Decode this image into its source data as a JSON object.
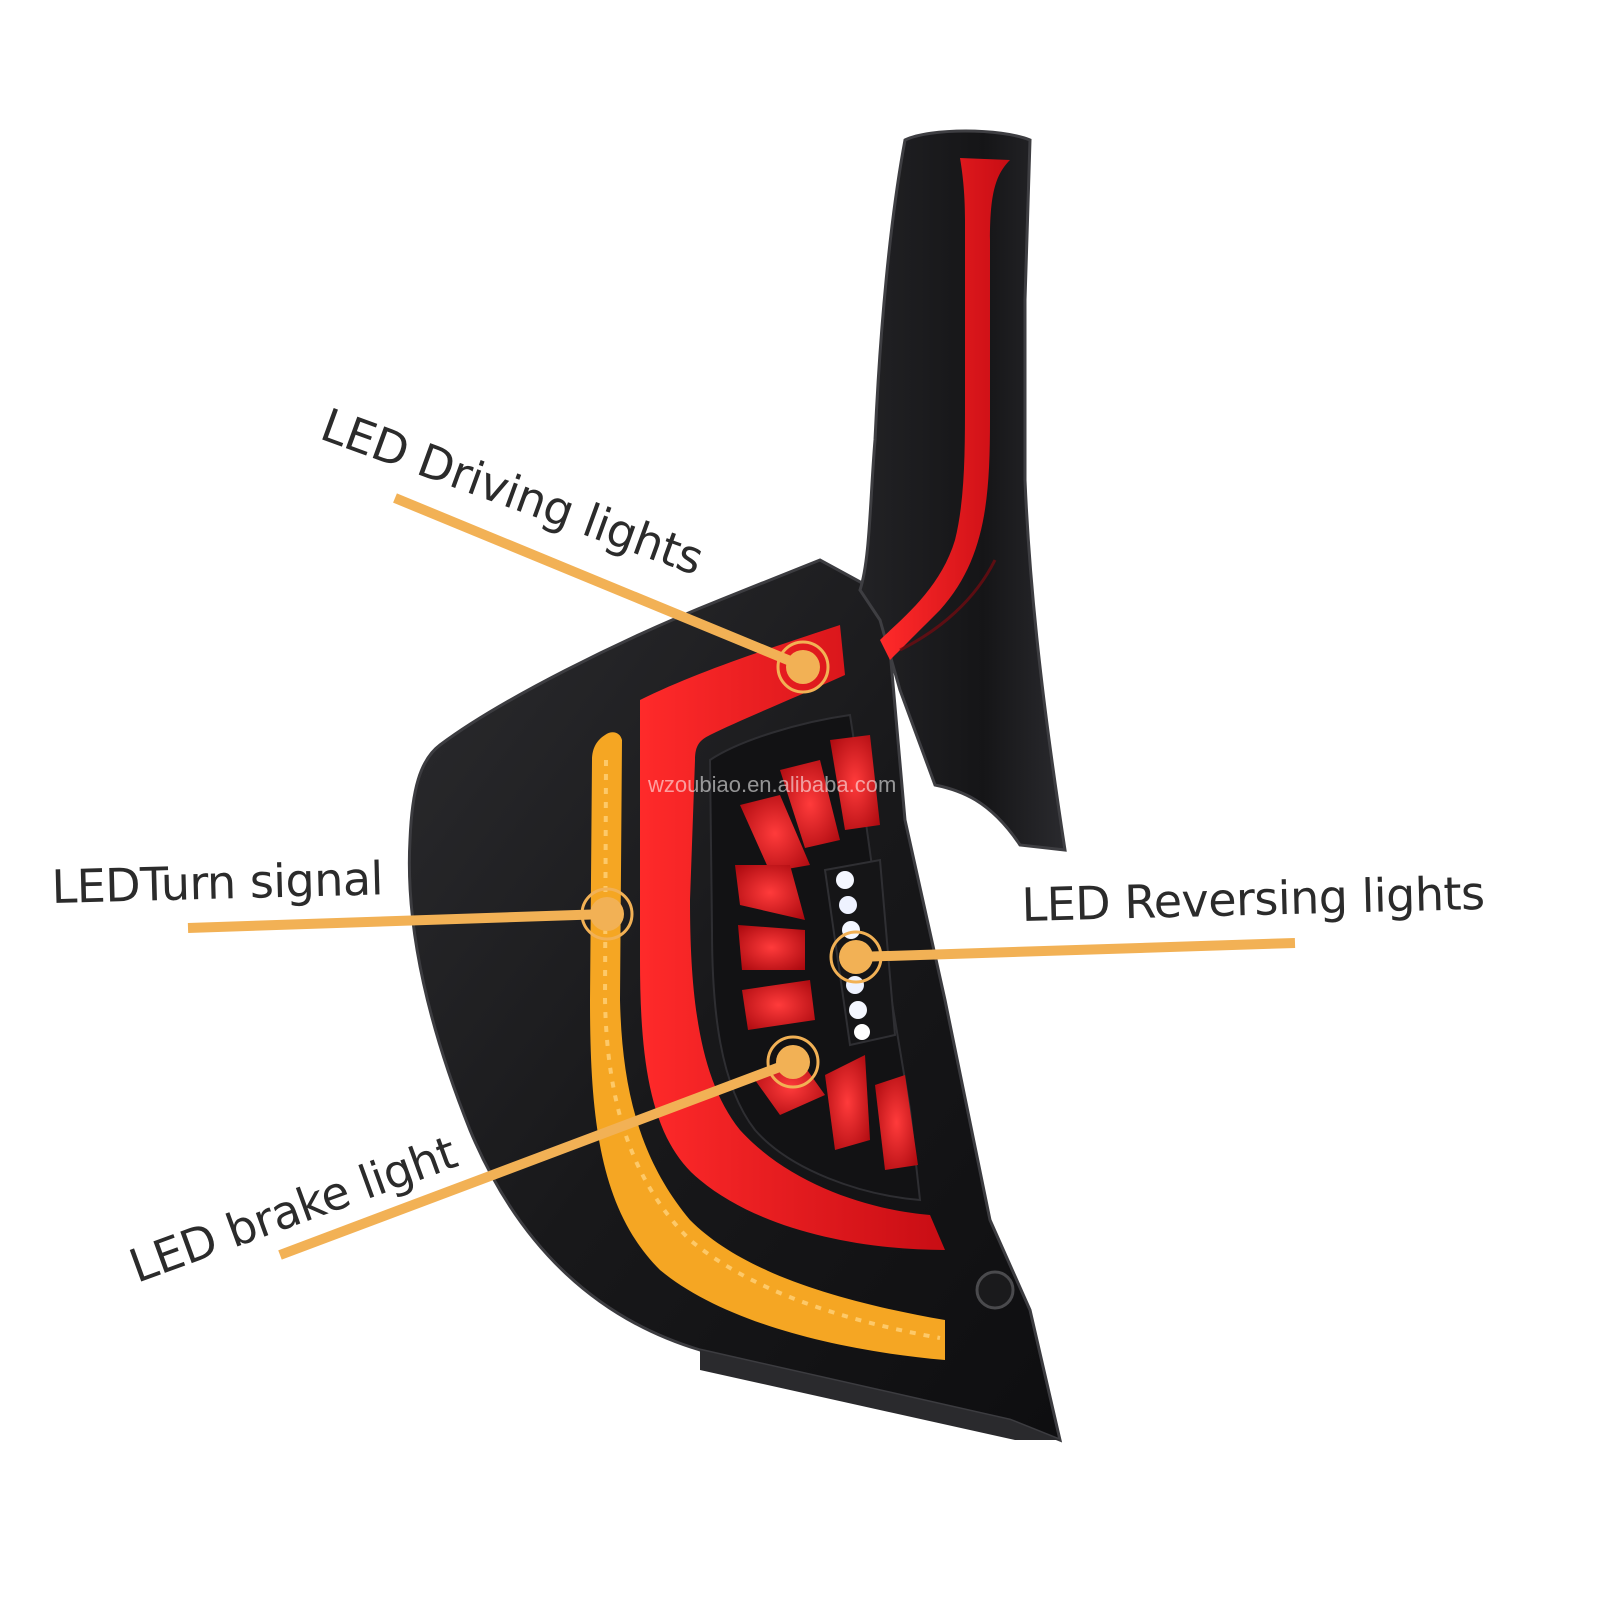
{
  "colors": {
    "callout": "#f2b155",
    "housing": "#1b1b1d",
    "housing_edge": "#4a4a4d",
    "red_light": "#e8141c",
    "amber_light": "#f5a623",
    "white_light": "#f4f7ff",
    "label_text": "#2b2b2b"
  },
  "watermark": "wzoubiao.en.alibaba.com",
  "callouts": [
    {
      "id": "driving",
      "label": "LED Driving lights"
    },
    {
      "id": "turn",
      "label": "LEDTurn signal"
    },
    {
      "id": "reversing",
      "label": "LED Reversing lights"
    },
    {
      "id": "brake",
      "label": "LED brake light"
    }
  ]
}
